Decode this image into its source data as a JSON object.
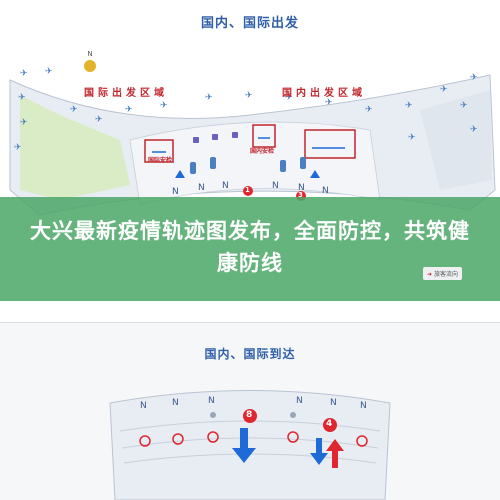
{
  "top": {
    "title": "国内、国际出发",
    "zones": {
      "intl_departure": "国际出发区域",
      "dom_departure": "国内出发区域"
    },
    "checkpoints": {
      "intl": "国际安检",
      "dom": "国内安检"
    },
    "compass_letter": "N",
    "gate_numbers": [
      "1",
      "3"
    ],
    "legend": "旅客流向"
  },
  "banner": {
    "headline": "大兴最新疫情轨迹图发布，全面防控，共筑健康防线",
    "color": "#4ca668"
  },
  "bottom": {
    "title": "国内、国际到达",
    "gate_numbers": [
      "8",
      "4"
    ]
  },
  "colors": {
    "title_blue": "#2f5fa8",
    "zone_red": "#c0272d",
    "terminal_fill": "#e8edf4",
    "green_area": "#d9ecc6",
    "arrow_blue": "#1e6ad6",
    "arrow_red": "#e0262e"
  }
}
